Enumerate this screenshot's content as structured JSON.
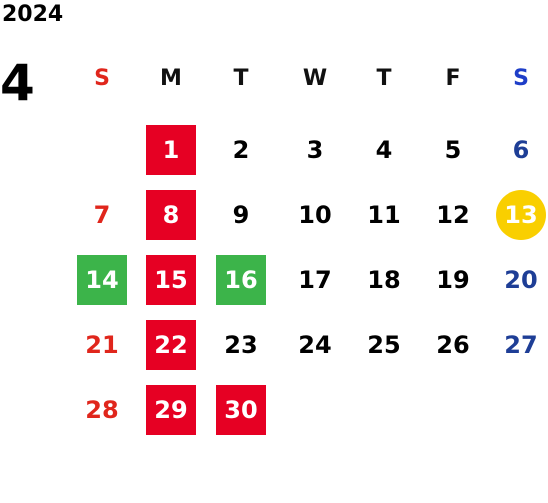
{
  "calendar": {
    "year": "2024",
    "month": "4",
    "weekdays": [
      {
        "label": "S",
        "color": "#e0261c"
      },
      {
        "label": "M",
        "color": "#111111"
      },
      {
        "label": "T",
        "color": "#111111"
      },
      {
        "label": "W",
        "color": "#111111"
      },
      {
        "label": "T",
        "color": "#111111"
      },
      {
        "label": "F",
        "color": "#111111"
      },
      {
        "label": "S",
        "color": "#1e3ec8"
      }
    ],
    "weeks": [
      [
        null,
        {
          "day": "1",
          "style": "hd-red"
        },
        {
          "day": "2"
        },
        {
          "day": "3"
        },
        {
          "day": "4"
        },
        {
          "day": "5"
        },
        {
          "day": "6"
        }
      ],
      [
        {
          "day": "7"
        },
        {
          "day": "8",
          "style": "hd-red"
        },
        {
          "day": "9"
        },
        {
          "day": "10"
        },
        {
          "day": "11"
        },
        {
          "day": "12"
        },
        {
          "day": "13",
          "style": "today"
        }
      ],
      [
        {
          "day": "14",
          "style": "hd-green"
        },
        {
          "day": "15",
          "style": "hd-red"
        },
        {
          "day": "16",
          "style": "hd-green"
        },
        {
          "day": "17"
        },
        {
          "day": "18"
        },
        {
          "day": "19"
        },
        {
          "day": "20"
        }
      ],
      [
        {
          "day": "21"
        },
        {
          "day": "22",
          "style": "hd-red"
        },
        {
          "day": "23"
        },
        {
          "day": "24"
        },
        {
          "day": "25"
        },
        {
          "day": "26"
        },
        {
          "day": "27"
        }
      ],
      [
        {
          "day": "28"
        },
        {
          "day": "29",
          "style": "hd-red"
        },
        {
          "day": "30",
          "style": "hd-red"
        },
        null,
        null,
        null,
        null
      ]
    ]
  }
}
